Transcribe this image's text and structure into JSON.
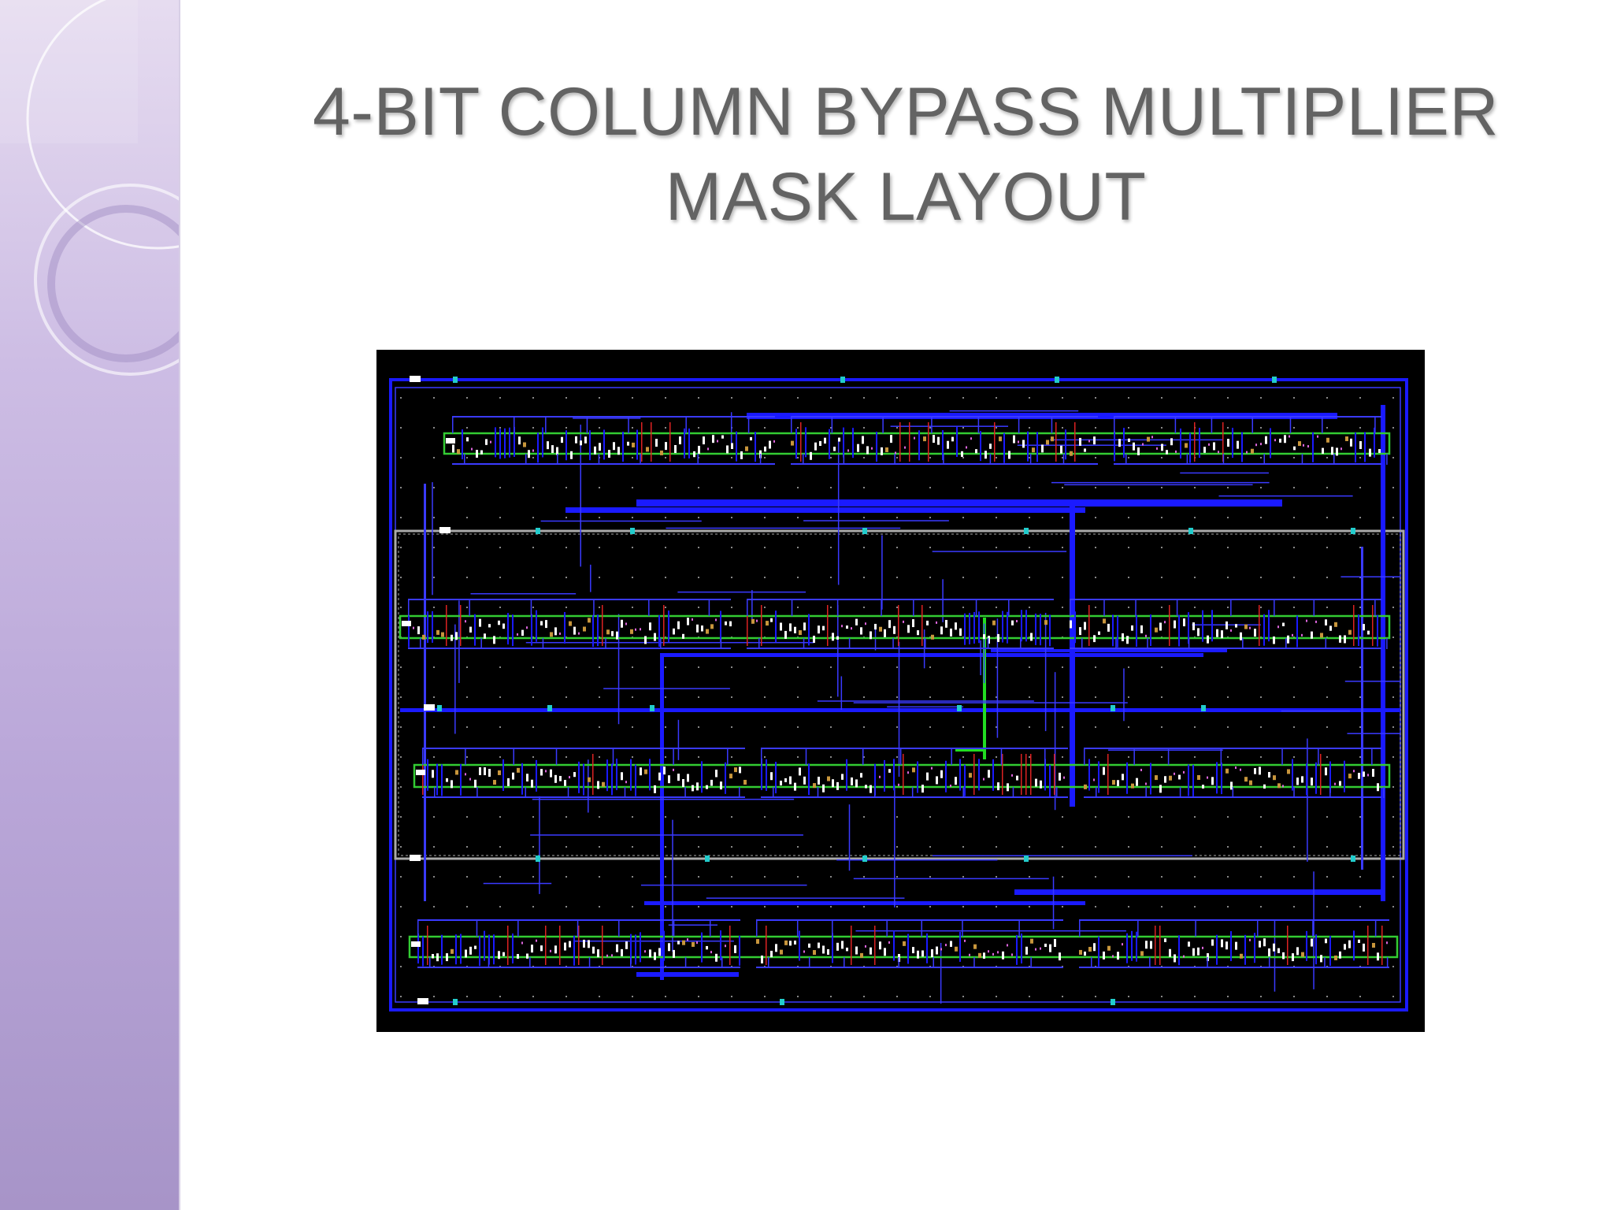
{
  "slide": {
    "title_line1": "4-BIT COLUMN BYPASS MULTIPLIER",
    "title_line2": "MASK LAYOUT"
  },
  "figure": {
    "subject": "mask-layout",
    "layer_colors": {
      "background": "#000000",
      "metal": "#1a1aff",
      "metal_thin": "#3a3aff",
      "well": "#33cc33",
      "poly": "#dd2222",
      "contact": "#ffffff",
      "diffusion": "#c8963c",
      "via": "#22cccc",
      "boundary": "#aaaaaa"
    }
  },
  "decoration": {
    "band_gradient": [
      "#e6dcf0",
      "#a794c8"
    ],
    "ring_color": "#ffffff"
  }
}
